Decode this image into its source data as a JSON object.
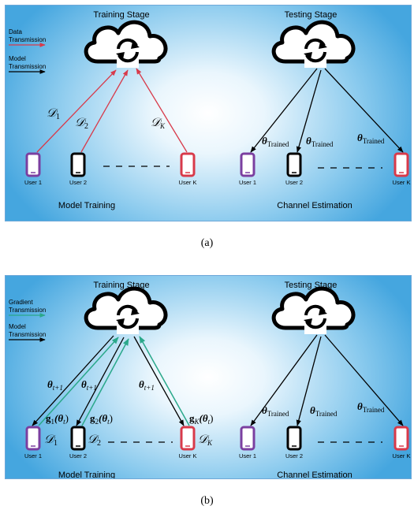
{
  "panels": [
    {
      "caption": "(a)",
      "training_title": "Training Stage",
      "testing_title": "Testing Stage",
      "legend": [
        {
          "line1": "Data",
          "line2": "Transmission",
          "color": "#d83a4a"
        },
        {
          "line1": "Model",
          "line2": "Transmission",
          "color": "#000000"
        }
      ],
      "users_left": [
        "User 1",
        "User 2",
        "User K"
      ],
      "users_right": [
        "User 1",
        "User 2",
        "User K"
      ],
      "dataset_labels": [
        "𝒟",
        "𝒟",
        "𝒟"
      ],
      "dataset_subs": [
        "1",
        "2",
        "K"
      ],
      "theta_main": "θ",
      "theta_sub": "Trained",
      "footer_left": "Model Training",
      "footer_right": "Channel Estimation"
    },
    {
      "caption": "(b)",
      "training_title": "Training Stage",
      "testing_title": "Testing Stage",
      "legend": [
        {
          "line1": "Gradient",
          "line2": "Transmission",
          "color": "#2aa88a"
        },
        {
          "line1": "Model",
          "line2": "Transmission",
          "color": "#000000"
        }
      ],
      "users_left": [
        "User 1",
        "User 2",
        "User K"
      ],
      "users_right": [
        "User 1",
        "User 2",
        "User K"
      ],
      "dataset_labels": [
        "𝒟",
        "𝒟",
        "𝒟"
      ],
      "dataset_subs": [
        "1",
        "2",
        "K"
      ],
      "theta_main": "θ",
      "theta_sub": "Trained",
      "model_update_main": "θ",
      "model_update_sub": "t+1",
      "gradient_labels": [
        {
          "g": "g",
          "sub": "1",
          "arg": "(θ",
          "argsub": "t",
          "close": ")"
        },
        {
          "g": "g",
          "sub": "2",
          "arg": "(θ",
          "argsub": "t",
          "close": ")"
        },
        {
          "g": "g",
          "sub": "K",
          "arg": "(θ",
          "argsub": "t",
          "close": ")"
        }
      ],
      "footer_left": "Model Training",
      "footer_right": "Channel Estimation"
    }
  ]
}
